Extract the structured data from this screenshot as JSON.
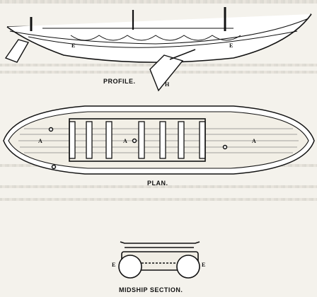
{
  "figure": {
    "profile": {
      "caption": "PROFILE.",
      "labels": {
        "E_left": "E",
        "E_right": "E",
        "H": "H"
      }
    },
    "plan": {
      "caption": "PLAN.",
      "labels": {
        "A_left": "A",
        "A_center": "A",
        "A_right": "A"
      }
    },
    "midship": {
      "caption": "MIDSHIP SECTION.",
      "labels": {
        "E_left": "E",
        "E_right": "E"
      }
    }
  }
}
